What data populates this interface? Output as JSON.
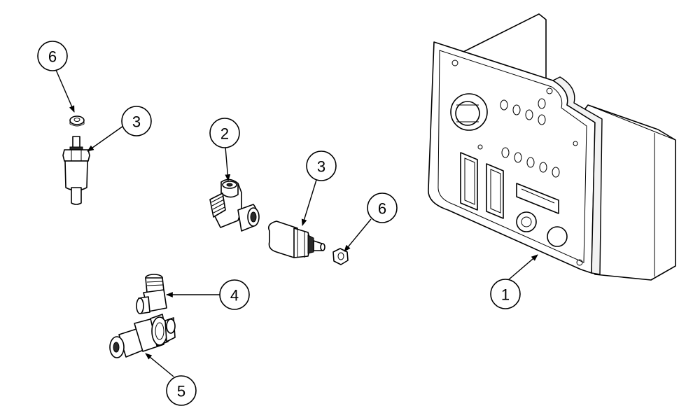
{
  "callouts": [
    {
      "id": "c6a",
      "label": "6"
    },
    {
      "id": "c3a",
      "label": "3"
    },
    {
      "id": "c2",
      "label": "2"
    },
    {
      "id": "c3b",
      "label": "3"
    },
    {
      "id": "c6b",
      "label": "6"
    },
    {
      "id": "c4",
      "label": "4"
    },
    {
      "id": "c5",
      "label": "5"
    },
    {
      "id": "c1",
      "label": "1"
    }
  ]
}
